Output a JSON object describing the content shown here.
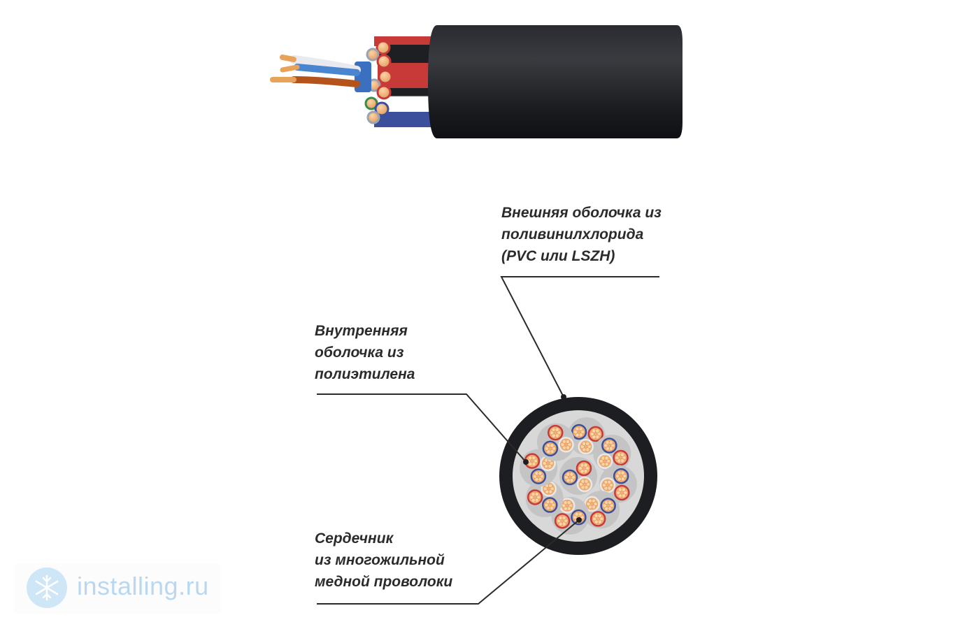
{
  "labels": {
    "outer_sheath": [
      "Внешняя оболочка из",
      "поливинилхлорида",
      "(PVC или LSZH)"
    ],
    "inner_sheath": [
      "Внутренняя",
      "оболочка из",
      "полиэтилена"
    ],
    "core": [
      "Сердечник",
      "из многожильной",
      "медной проволоки"
    ]
  },
  "watermark": {
    "text": "installing.ru",
    "icon": "snowflake-logo-icon"
  },
  "colors": {
    "jacket": "#1d1e22",
    "inner_fill": "#d8d8d8",
    "pair_fill": "#c4c4c4",
    "copper": "#f0b27a",
    "red_insulation": "#c83a38",
    "blue_insulation": "#3b4f9c",
    "leader_line": "#2b2b2b",
    "watermark": "#b9d8f0"
  }
}
